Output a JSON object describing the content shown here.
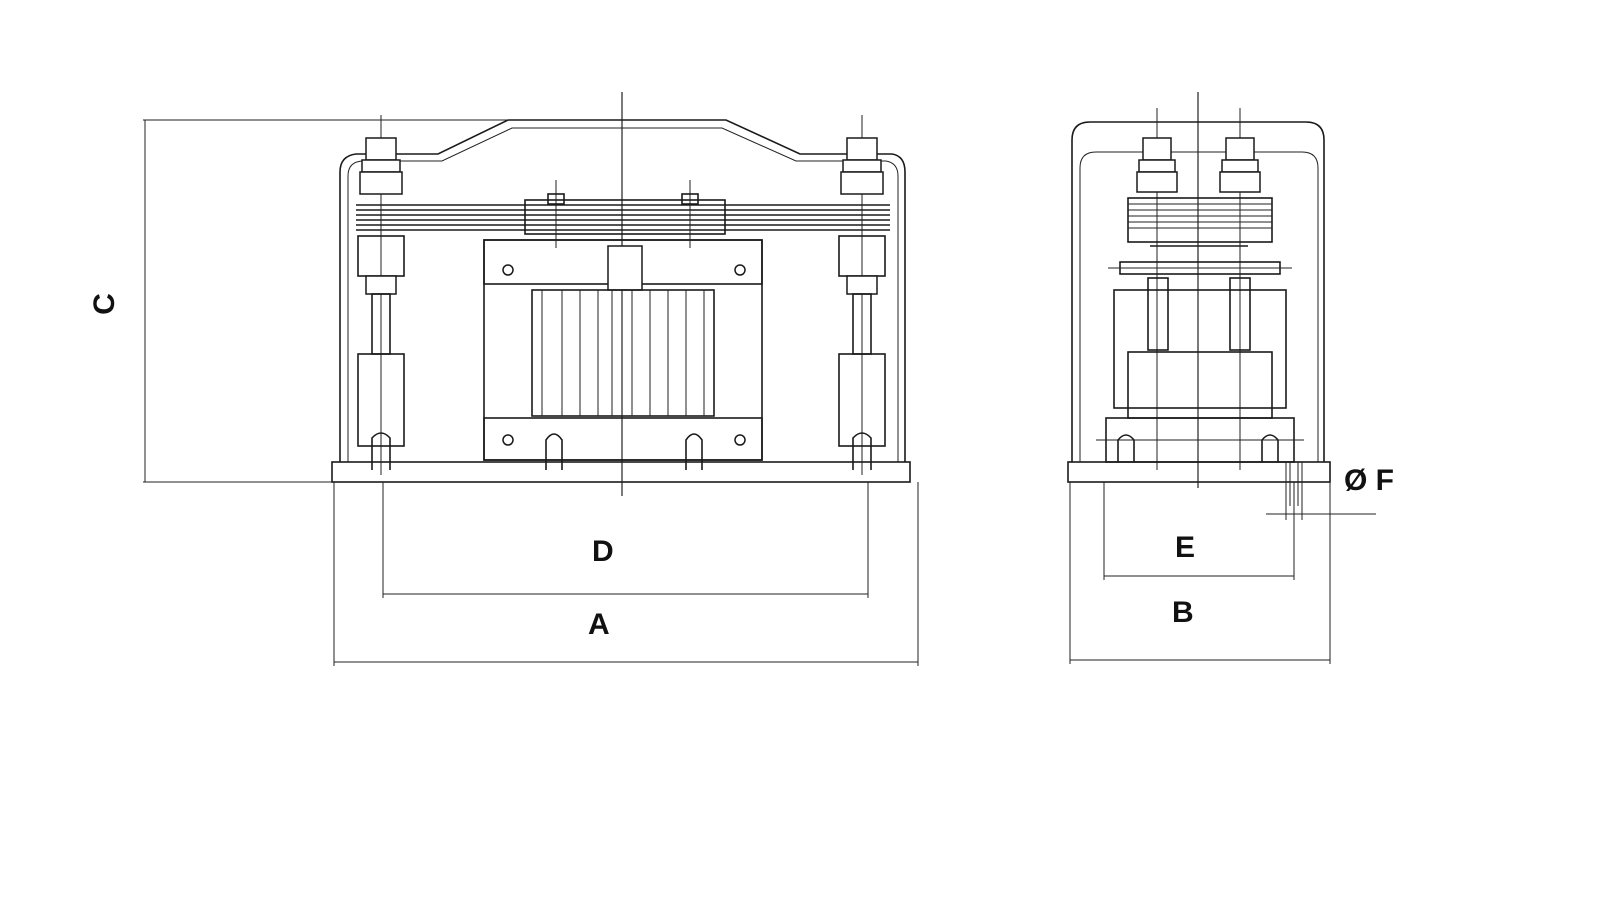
{
  "labels": {
    "A": "A",
    "B": "B",
    "C": "C",
    "D": "D",
    "E": "E",
    "F": "Ø F"
  }
}
